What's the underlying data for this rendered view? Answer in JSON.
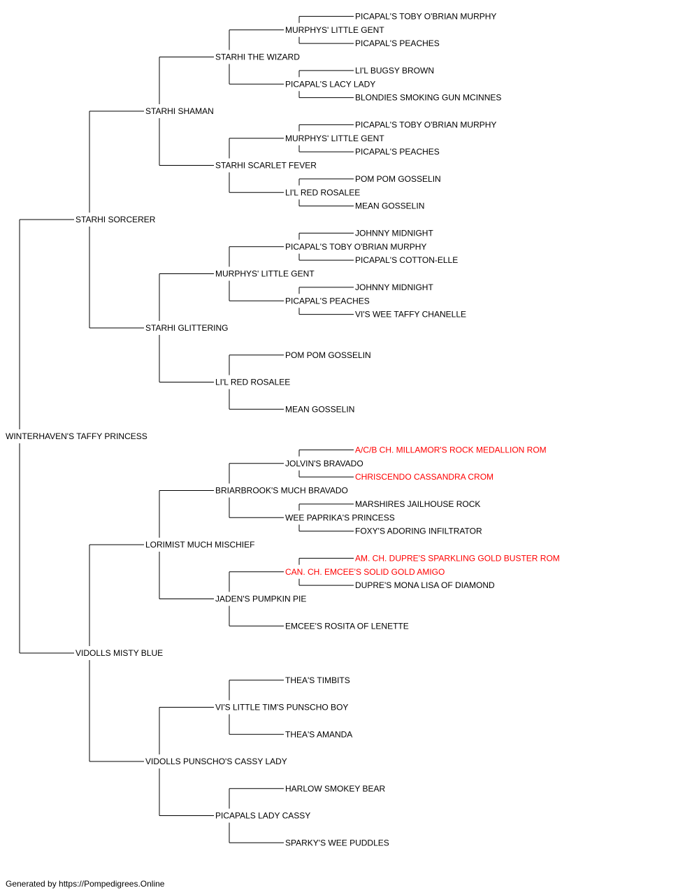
{
  "pedigree": {
    "name": "WINTERHAVEN'S TAFFY PRINCESS",
    "sire": {
      "name": "STARHI SORCERER",
      "sire": {
        "name": "STARHI SHAMAN",
        "sire": {
          "name": "STARHI THE WIZARD",
          "sire": {
            "name": "MURPHYS' LITTLE GENT",
            "sire": {
              "name": "PICAPAL'S TOBY O'BRIAN MURPHY"
            },
            "dam": {
              "name": "PICAPAL'S PEACHES"
            }
          },
          "dam": {
            "name": "PICAPAL'S LACY LADY",
            "sire": {
              "name": "LI'L BUGSY BROWN"
            },
            "dam": {
              "name": "BLONDIES SMOKING GUN MCINNES"
            }
          }
        },
        "dam": {
          "name": "STARHI SCARLET FEVER",
          "sire": {
            "name": "MURPHYS' LITTLE GENT",
            "sire": {
              "name": "PICAPAL'S TOBY O'BRIAN MURPHY"
            },
            "dam": {
              "name": "PICAPAL'S PEACHES"
            }
          },
          "dam": {
            "name": "LI'L RED ROSALEE",
            "sire": {
              "name": "POM POM GOSSELIN"
            },
            "dam": {
              "name": "MEAN GOSSELIN"
            }
          }
        }
      },
      "dam": {
        "name": "STARHI GLITTERING",
        "sire": {
          "name": "MURPHYS' LITTLE GENT",
          "sire": {
            "name": "PICAPAL'S TOBY O'BRIAN MURPHY",
            "sire": {
              "name": "JOHNNY MIDNIGHT"
            },
            "dam": {
              "name": "PICAPAL'S COTTON-ELLE"
            }
          },
          "dam": {
            "name": "PICAPAL'S PEACHES",
            "sire": {
              "name": "JOHNNY MIDNIGHT"
            },
            "dam": {
              "name": "VI'S WEE TAFFY CHANELLE"
            }
          }
        },
        "dam": {
          "name": "LI'L RED ROSALEE",
          "sire": {
            "name": "POM POM GOSSELIN"
          },
          "dam": {
            "name": "MEAN GOSSELIN"
          }
        }
      }
    },
    "dam": {
      "name": "VIDOLLS MISTY BLUE",
      "sire": {
        "name": "LORIMIST MUCH MISCHIEF",
        "sire": {
          "name": "BRIARBROOK'S MUCH BRAVADO",
          "sire": {
            "name": "JOLVIN'S BRAVADO",
            "sire": {
              "name": "A/C/B CH. MILLAMOR'S ROCK MEDALLION ROM",
              "champion": true
            },
            "dam": {
              "name": "CHRISCENDO CASSANDRA CROM",
              "champion": true
            }
          },
          "dam": {
            "name": "WEE PAPRIKA'S PRINCESS",
            "sire": {
              "name": "MARSHIRES JAILHOUSE ROCK"
            },
            "dam": {
              "name": "FOXY'S ADORING INFILTRATOR"
            }
          }
        },
        "dam": {
          "name": "JADEN'S PUMPKIN PIE",
          "sire": {
            "name": "CAN. CH. EMCEE'S SOLID GOLD AMIGO",
            "champion": true,
            "sire": {
              "name": "AM. CH. DUPRE'S SPARKLING GOLD BUSTER ROM",
              "champion": true
            },
            "dam": {
              "name": "DUPRE'S MONA LISA OF DIAMOND"
            }
          },
          "dam": {
            "name": "EMCEE'S ROSITA OF LENETTE"
          }
        }
      },
      "dam": {
        "name": "VIDOLLS PUNSCHO'S CASSY LADY",
        "sire": {
          "name": "VI'S LITTLE TIM'S PUNSCHO BOY",
          "sire": {
            "name": "THEA'S TIMBITS"
          },
          "dam": {
            "name": "THEA'S AMANDA"
          }
        },
        "dam": {
          "name": "PICAPALS LADY CASSY",
          "sire": {
            "name": "HARLOW SMOKEY BEAR"
          },
          "dam": {
            "name": "SPARKY'S WEE PUDDLES"
          }
        }
      }
    }
  },
  "colors": {
    "champion": "#ff0000",
    "normal": "#000000",
    "line": "#000000"
  },
  "footer": "Generated by https://Pompedigrees.Online"
}
